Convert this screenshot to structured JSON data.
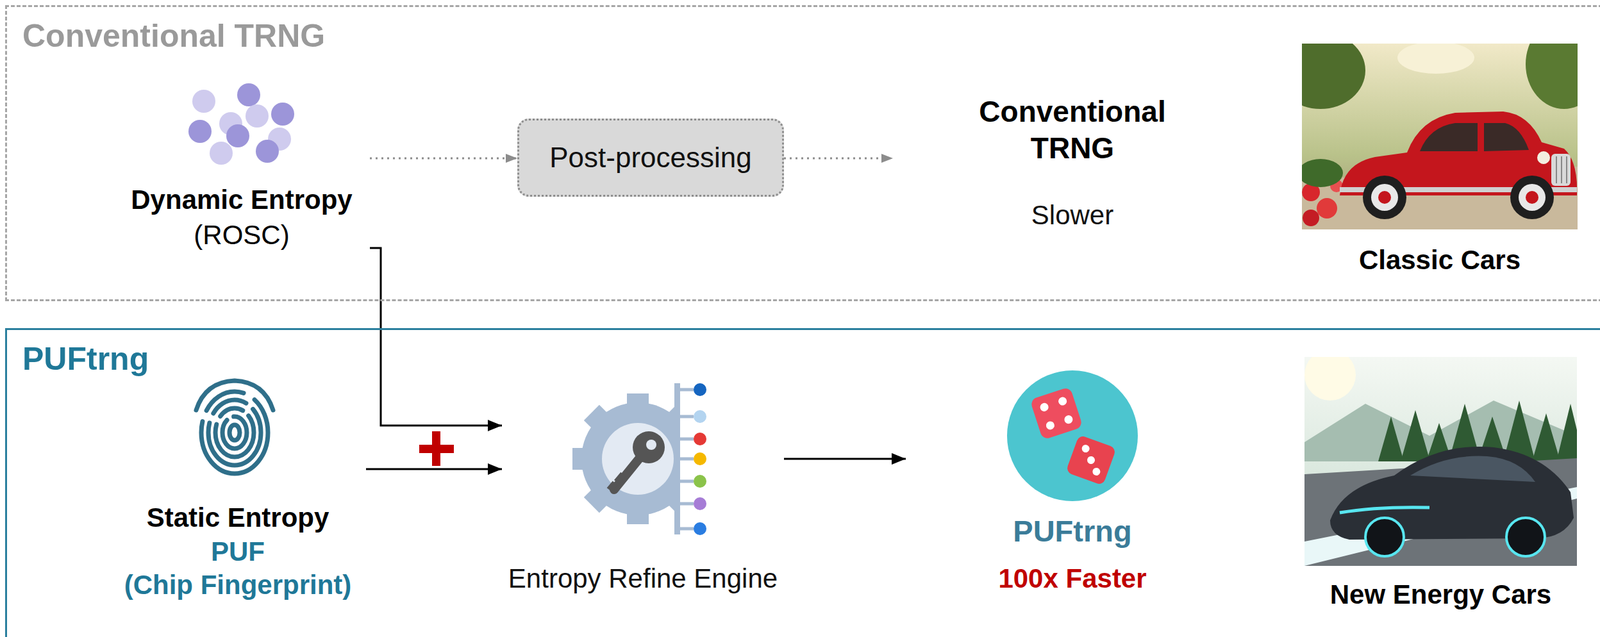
{
  "diagram": {
    "nodes": [
      {
        "text": [
          "Conventional TRNG"
        ]
      },
      {
        "text": [
          "Dynamic Entropy",
          "(ROSC)"
        ],
        "in": 0
      },
      {
        "text": [
          "Post-processing"
        ],
        "in": 0
      },
      {
        "text": [
          "Conventional TRNG",
          "Slower"
        ],
        "in": 0
      },
      {
        "text": [
          "Classic Cars"
        ],
        "in": 0
      },
      {
        "text": [
          "PUFtrng"
        ]
      },
      {
        "text": [
          "Static Entropy",
          "PUF",
          "(Chip Fingerprint)"
        ],
        "in": 5
      },
      {
        "text": [
          "Entropy Refine Engine"
        ],
        "in": 5
      },
      {
        "text": [
          "PUFtrng",
          "100x Faster"
        ],
        "in": 5
      },
      {
        "text": [
          "New Energy Cars"
        ],
        "in": 5
      }
    ],
    "edges": [
      {
        "from": 1,
        "to": 2,
        "arrow": "to"
      },
      {
        "from": 2,
        "to": 3,
        "arrow": "to"
      },
      {
        "from": 1,
        "to": 7,
        "arrow": "to"
      },
      {
        "from": 6,
        "to": 7,
        "arrow": "to"
      },
      {
        "from": 7,
        "to": 8,
        "arrow": "to"
      }
    ]
  }
}
